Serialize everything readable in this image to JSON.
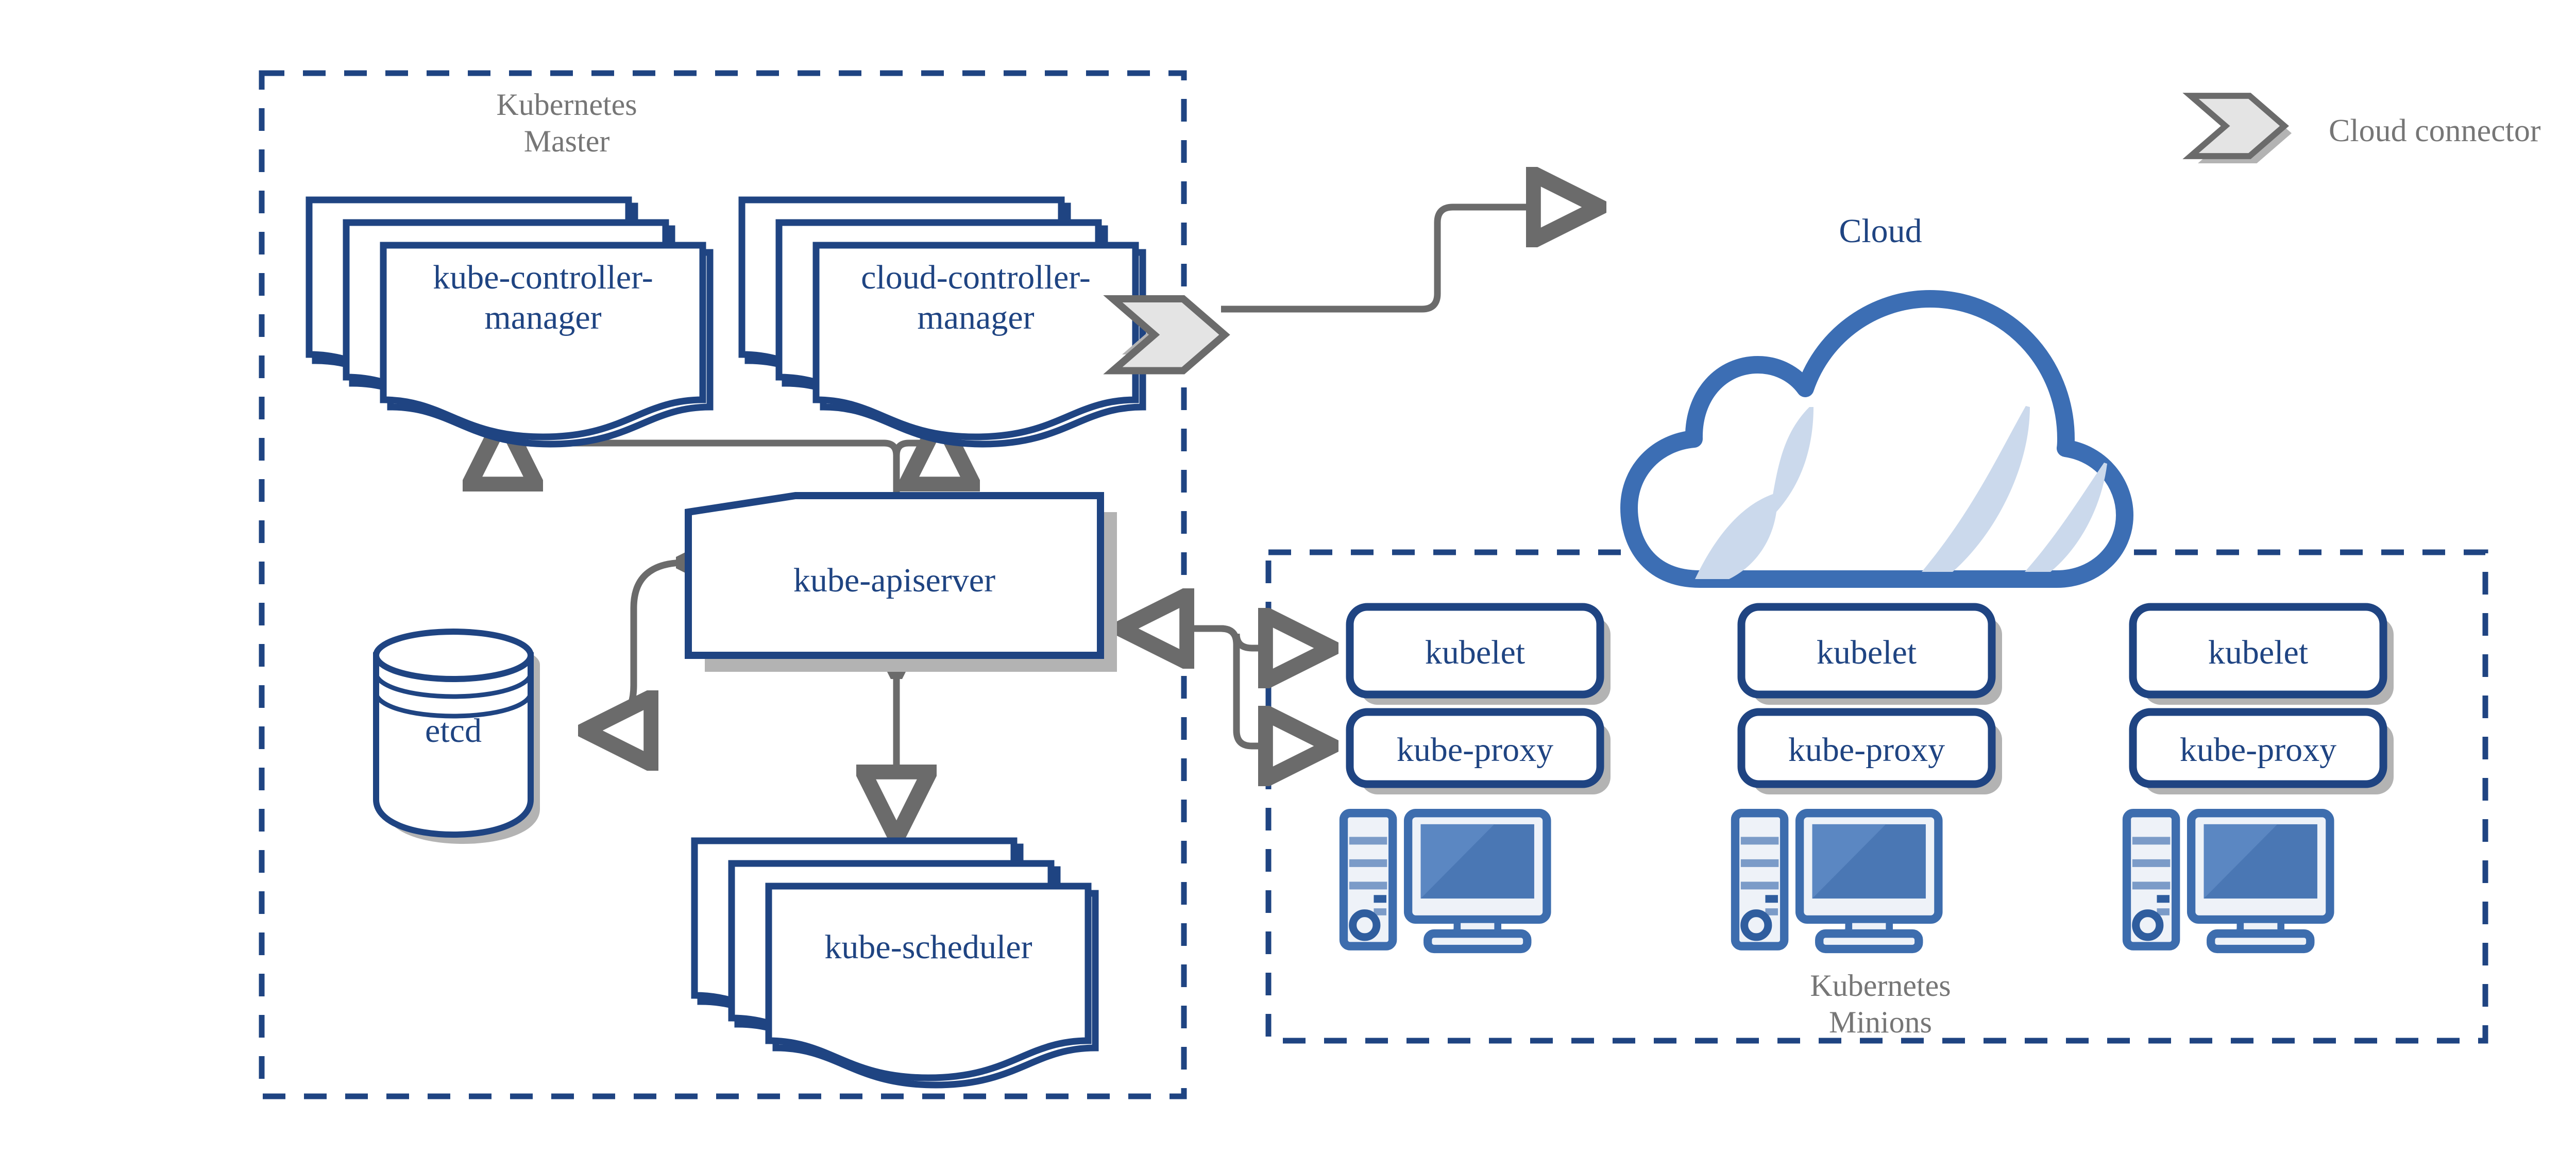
{
  "diagram": {
    "title_master": "Kubernetes\nMaster",
    "title_minions": "Kubernetes\nMinions",
    "legend": {
      "icon": "cloud-connector-chevron-icon",
      "label": "Cloud connector"
    },
    "colors": {
      "node_blue": "#1F4482",
      "cloud_blue": "#3C6EB4",
      "cloud_wisp": "#CBD9EC",
      "connector_gray": "#6B6B6B",
      "shadow_gray": "#B3B3B3",
      "chevron_fill": "#E4E4E4",
      "label_gray": "#767676",
      "computer_light": "#EEF2F8",
      "computer_band": "#7B9BC8",
      "screen_blue": "#4A77B4",
      "screen_gloss": "#5B87C2",
      "background": "#FFFFFF"
    },
    "master": {
      "components": [
        {
          "name": "kube-controller-manager",
          "label": "kube-controller-\nmanager",
          "shape": "stacked-document"
        },
        {
          "name": "cloud-controller-manager",
          "label": "cloud-controller-\nmanager",
          "shape": "stacked-document"
        },
        {
          "name": "kube-apiserver",
          "label": "kube-apiserver",
          "shape": "cut-corner-box"
        },
        {
          "name": "etcd",
          "label": "etcd",
          "shape": "cylinder"
        },
        {
          "name": "kube-scheduler",
          "label": "kube-scheduler",
          "shape": "stacked-document"
        }
      ]
    },
    "cloud": {
      "label": "Cloud",
      "shape": "cloud"
    },
    "minions": {
      "nodes": [
        {
          "kubelet": "kubelet",
          "kube_proxy": "kube-proxy",
          "computer": "computer-icon"
        },
        {
          "kubelet": "kubelet",
          "kube_proxy": "kube-proxy",
          "computer": "computer-icon"
        },
        {
          "kubelet": "kubelet",
          "kube_proxy": "kube-proxy",
          "computer": "computer-icon"
        }
      ]
    },
    "connections": [
      {
        "from": "kube-apiserver",
        "to": "kube-controller-manager",
        "arrow": "open-triangle"
      },
      {
        "from": "kube-apiserver",
        "to": "cloud-controller-manager",
        "arrow": "open-triangle"
      },
      {
        "from": "kube-apiserver",
        "to": "etcd",
        "arrow": "open-triangle-both"
      },
      {
        "from": "kube-apiserver",
        "to": "kube-scheduler",
        "arrow": "open-triangle-both"
      },
      {
        "from": "cloud-controller-manager",
        "to": "cloud",
        "arrow": "open-triangle"
      },
      {
        "from": "kube-apiserver",
        "to": "kubelet",
        "arrow": "open-triangle"
      },
      {
        "from": "kube-apiserver",
        "to": "kube-proxy",
        "arrow": "open-triangle"
      }
    ]
  }
}
